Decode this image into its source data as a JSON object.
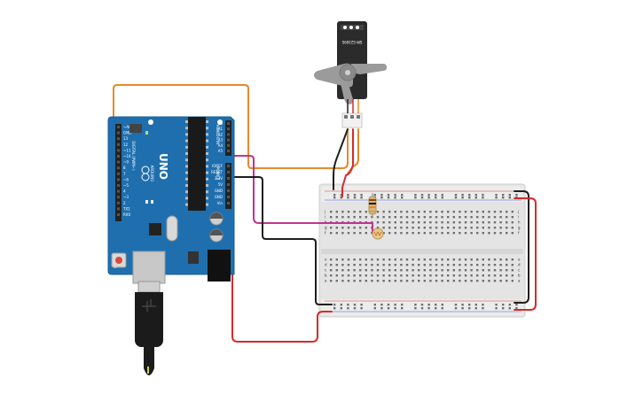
{
  "arduino": {
    "model": "UNO",
    "brand": "ARDUINO",
    "digital_label": "DIGITAL (PWM~)",
    "analog_label": "ANALOG IN",
    "power_label": "POWER",
    "pins_top_left": [
      "~AREF",
      "GND",
      "13",
      "12",
      "~11",
      "~10",
      "~9",
      "8",
      "7",
      "~6",
      "~5",
      "4",
      "~3",
      "2",
      "TX1",
      "RX0"
    ],
    "pins_analog": [
      "A0",
      "A1",
      "A2",
      "A3",
      "A4",
      "A5"
    ],
    "pins_power": [
      "IOREF",
      "RESET",
      "3.3V",
      "5V",
      "GND",
      "GND",
      "Vin"
    ],
    "board_color": "#1f6fae"
  },
  "servo": {
    "model": "SM-S2309S",
    "body_color": "#2b2b2b",
    "horn_color": "#9b9b9b"
  },
  "breadboard": {
    "rows": [
      "a",
      "b",
      "c",
      "d",
      "e",
      "f",
      "g",
      "h",
      "i",
      "j"
    ],
    "color": "#e6e6e6"
  },
  "wire_colors": {
    "orange": "#e8892b",
    "red": "#d62b2b",
    "black": "#1e1e1e",
    "magenta": "#c2338f"
  }
}
